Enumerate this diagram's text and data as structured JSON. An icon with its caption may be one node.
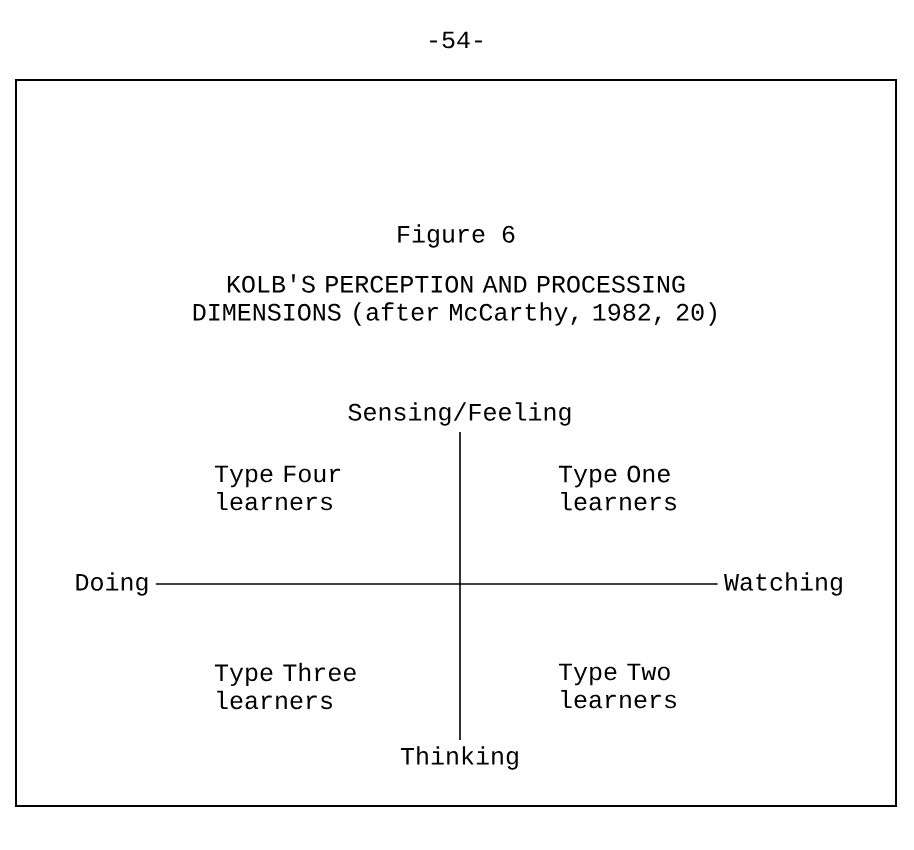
{
  "diagram": {
    "title": "Figure 6",
    "nodes": [
      {
        "text": [
          "Sensing/Feeling"
        ]
      },
      {
        "text": [
          "Thinking"
        ]
      },
      {
        "text": [
          "Doing"
        ]
      },
      {
        "text": [
          "Watching"
        ]
      }
    ],
    "edges": [
      {
        "from": 0,
        "to": 1,
        "arrow": "none"
      },
      {
        "from": 2,
        "to": 3,
        "arrow": "none"
      }
    ],
    "labels": [
      "-54-",
      "KOLB'S PERCEPTION AND PROCESSING DIMENSIONS (after McCarthy, 1982, 20)",
      "Type Four learners",
      "Type One learners",
      "Type Three learners",
      "Type Two learners"
    ]
  }
}
